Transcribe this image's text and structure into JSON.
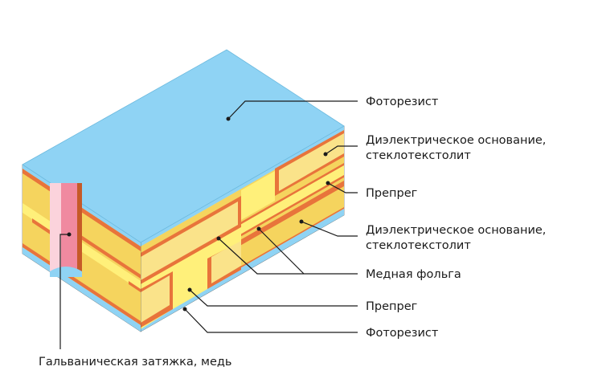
{
  "labels": {
    "photoresist_top": "Фоторезист",
    "dielectric_top_line1": "Диэлектрическое основание,",
    "dielectric_top_line2": "стеклотекстолит",
    "prepreg_top": "Препрег",
    "dielectric_bottom_line1": "Диэлектрическое основание,",
    "dielectric_bottom_line2": "стеклотекстолит",
    "copper_foil": "Медная фольга",
    "prepreg_bottom": "Препрег",
    "photoresist_bottom": "Фоторезист",
    "plating": "Гальваническая затяжка, медь"
  },
  "colors": {
    "photoresist": "#8fd3f4",
    "dielectric": "#f5d45e",
    "dielectric_light": "#fae38a",
    "prepreg": "#fff07a",
    "copper": "#e8743b",
    "copper_dark": "#c65a28",
    "plating": "#f08aa0",
    "plating_light": "#fbd3dc"
  }
}
